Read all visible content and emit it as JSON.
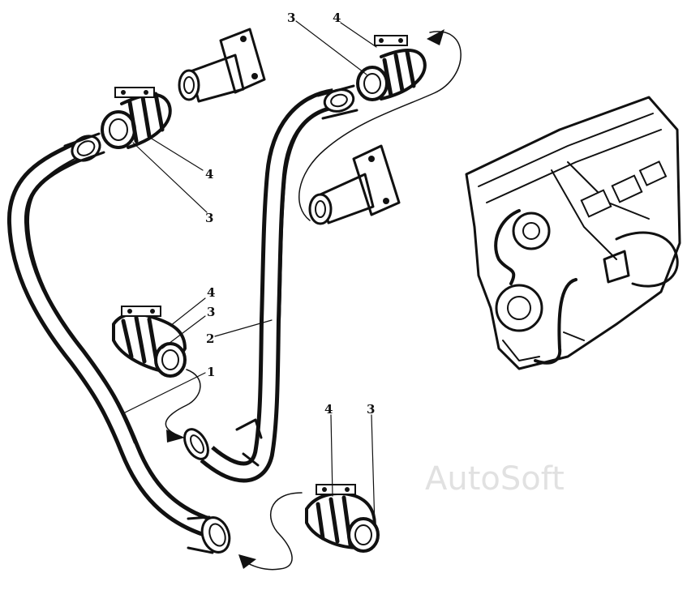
{
  "callouts": {
    "c1": "1",
    "c2": "2",
    "c3_top": "3",
    "c4_top": "4",
    "c4_left_upper": "4",
    "c3_left_upper": "3",
    "c4_mid": "4",
    "c3_mid": "3",
    "c4_bottom": "4",
    "c3_bottom": "3"
  },
  "watermark": "AutoSoft"
}
